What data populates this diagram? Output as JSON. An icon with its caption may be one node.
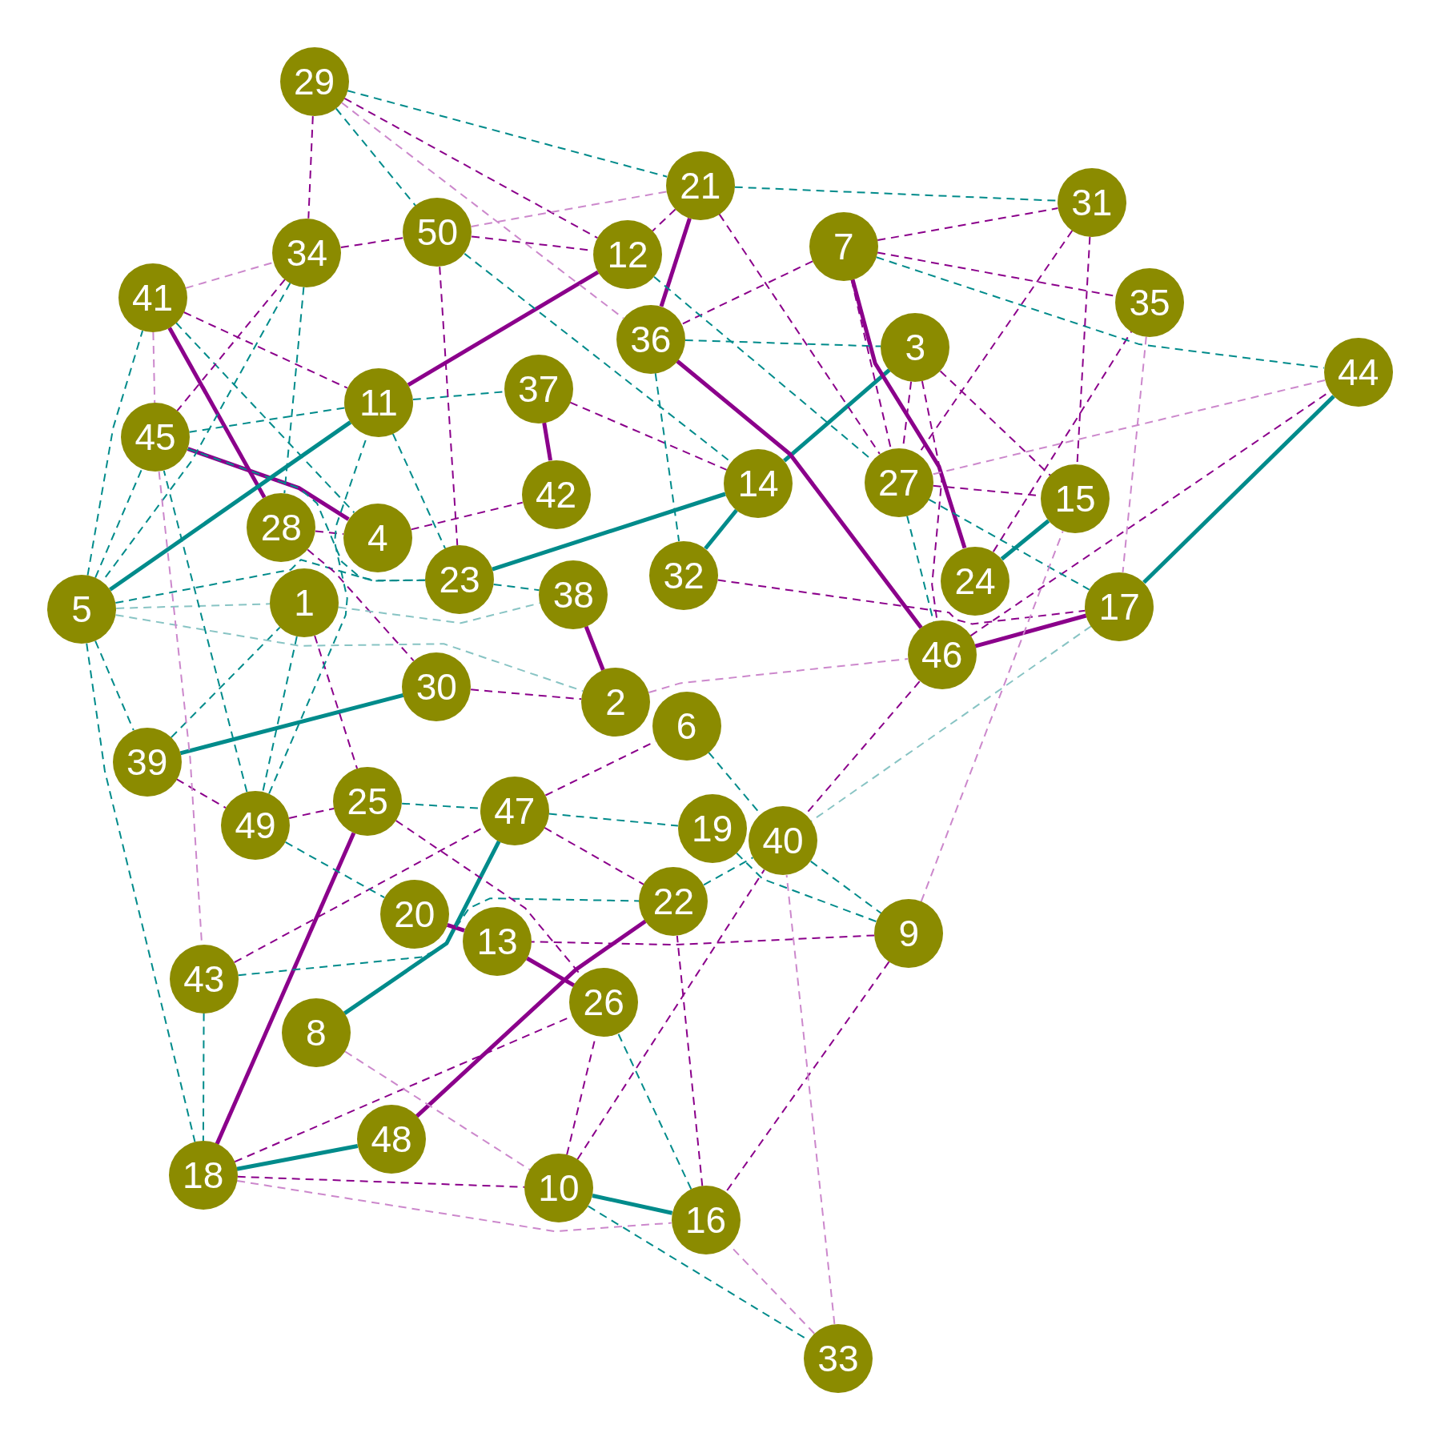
{
  "diagram": {
    "nodes": [
      {
        "text": [
          "1"
        ]
      },
      {
        "text": [
          "2"
        ]
      },
      {
        "text": [
          "3"
        ]
      },
      {
        "text": [
          "4"
        ]
      },
      {
        "text": [
          "5"
        ]
      },
      {
        "text": [
          "6"
        ]
      },
      {
        "text": [
          "7"
        ]
      },
      {
        "text": [
          "8"
        ]
      },
      {
        "text": [
          "9"
        ]
      },
      {
        "text": [
          "10"
        ]
      },
      {
        "text": [
          "11"
        ]
      },
      {
        "text": [
          "12"
        ]
      },
      {
        "text": [
          "13"
        ]
      },
      {
        "text": [
          "14"
        ]
      },
      {
        "text": [
          "15"
        ]
      },
      {
        "text": [
          "16"
        ]
      },
      {
        "text": [
          "17"
        ]
      },
      {
        "text": [
          "18"
        ]
      },
      {
        "text": [
          "19"
        ]
      },
      {
        "text": [
          "20"
        ]
      },
      {
        "text": [
          "21"
        ]
      },
      {
        "text": [
          "22"
        ]
      },
      {
        "text": [
          "23"
        ]
      },
      {
        "text": [
          "24"
        ]
      },
      {
        "text": [
          "25"
        ]
      },
      {
        "text": [
          "26"
        ]
      },
      {
        "text": [
          "27"
        ]
      },
      {
        "text": [
          "28"
        ]
      },
      {
        "text": [
          "29"
        ]
      },
      {
        "text": [
          "30"
        ]
      },
      {
        "text": [
          "31"
        ]
      },
      {
        "text": [
          "32"
        ]
      },
      {
        "text": [
          "33"
        ]
      },
      {
        "text": [
          "34"
        ]
      },
      {
        "text": [
          "35"
        ]
      },
      {
        "text": [
          "36"
        ]
      },
      {
        "text": [
          "37"
        ]
      },
      {
        "text": [
          "38"
        ]
      },
      {
        "text": [
          "39"
        ]
      },
      {
        "text": [
          "40"
        ]
      },
      {
        "text": [
          "41"
        ]
      },
      {
        "text": [
          "42"
        ]
      },
      {
        "text": [
          "43"
        ]
      },
      {
        "text": [
          "44"
        ]
      },
      {
        "text": [
          "45"
        ]
      },
      {
        "text": [
          "46"
        ]
      },
      {
        "text": [
          "47"
        ]
      },
      {
        "text": [
          "48"
        ]
      },
      {
        "text": [
          "49"
        ]
      },
      {
        "text": [
          "50"
        ]
      }
    ],
    "edges": [
      {
        "from": 10,
        "to": 11,
        "arrow": "none",
        "style": "thick",
        "color": "#8b008b"
      },
      {
        "from": 20,
        "to": 35,
        "arrow": "none",
        "style": "thick",
        "color": "#8b008b"
      },
      {
        "from": 33,
        "to": 49,
        "arrow": "none",
        "style": "dashed",
        "color": "#8b008b"
      },
      {
        "from": 40,
        "to": 27,
        "arrow": "none",
        "style": "thick",
        "color": "#8b008b"
      },
      {
        "from": 44,
        "to": 3,
        "arrow": "none",
        "style": "thick",
        "color": "#8b008b"
      },
      {
        "from": 22,
        "to": 13,
        "arrow": "none",
        "style": "thick",
        "color": "#008b8b"
      },
      {
        "from": 31,
        "to": 13,
        "arrow": "none",
        "style": "thick",
        "color": "#008b8b"
      },
      {
        "from": 2,
        "to": 13,
        "arrow": "none",
        "style": "thick",
        "color": "#008b8b"
      },
      {
        "from": 6,
        "to": 23,
        "arrow": "none",
        "style": "thick",
        "color": "#8b008b"
      },
      {
        "from": 35,
        "to": 45,
        "arrow": "none",
        "style": "thick",
        "color": "#8b008b"
      },
      {
        "from": 45,
        "to": 16,
        "arrow": "none",
        "style": "thick",
        "color": "#8b008b"
      },
      {
        "from": 45,
        "to": 43,
        "arrow": "none",
        "style": "dashed",
        "color": "#8b008b"
      },
      {
        "from": 16,
        "to": 43,
        "arrow": "none",
        "style": "thick",
        "color": "#008b8b"
      },
      {
        "from": 23,
        "to": 14,
        "arrow": "none",
        "style": "thick",
        "color": "#008b8b"
      },
      {
        "from": 23,
        "to": 34,
        "arrow": "none",
        "style": "dashed",
        "color": "#8b008b"
      },
      {
        "from": 2,
        "to": 14,
        "arrow": "none",
        "style": "dashed",
        "color": "#8b008b"
      },
      {
        "from": 20,
        "to": 30,
        "arrow": "none",
        "style": "dashed",
        "color": "#008b8b"
      },
      {
        "from": 6,
        "to": 30,
        "arrow": "none",
        "style": "dashed",
        "color": "#8b008b"
      },
      {
        "from": 6,
        "to": 34,
        "arrow": "none",
        "style": "dashed",
        "color": "#8b008b"
      },
      {
        "from": 6,
        "to": 43,
        "arrow": "none",
        "style": "dashed",
        "color": "#008b8b"
      },
      {
        "from": 20,
        "to": 11,
        "arrow": "none",
        "style": "dashed",
        "color": "#8b008b"
      },
      {
        "from": 28,
        "to": 49,
        "arrow": "none",
        "style": "dashed",
        "color": "#008b8b"
      },
      {
        "from": 28,
        "to": 11,
        "arrow": "none",
        "style": "dashed",
        "color": "#8b008b"
      },
      {
        "from": 28,
        "to": 20,
        "arrow": "none",
        "style": "dashed",
        "color": "#008b8b"
      },
      {
        "from": 28,
        "to": 33,
        "arrow": "none",
        "style": "dashed",
        "color": "#8b008b"
      },
      {
        "from": 4,
        "to": 10,
        "arrow": "none",
        "style": "thick",
        "color": "#008b8b"
      },
      {
        "from": 4,
        "to": 40,
        "arrow": "none",
        "style": "dashed",
        "color": "#008b8b"
      },
      {
        "from": 4,
        "to": 44,
        "arrow": "none",
        "style": "dashed",
        "color": "#008b8b"
      },
      {
        "from": 4,
        "to": 38,
        "arrow": "none",
        "style": "dashed",
        "color": "#008b8b"
      },
      {
        "from": 4,
        "to": 17,
        "arrow": "none",
        "style": "dashed",
        "color": "#008b8b"
      },
      {
        "from": 38,
        "to": 29,
        "arrow": "none",
        "style": "thick",
        "color": "#008b8b"
      },
      {
        "from": 38,
        "to": 0,
        "arrow": "none",
        "style": "dashed",
        "color": "#008b8b"
      },
      {
        "from": 38,
        "to": 48,
        "arrow": "none",
        "style": "dashed",
        "color": "#8b008b"
      },
      {
        "from": 17,
        "to": 24,
        "arrow": "none",
        "style": "thick",
        "color": "#8b008b"
      },
      {
        "from": 17,
        "to": 47,
        "arrow": "none",
        "style": "thick",
        "color": "#008b8b"
      },
      {
        "from": 47,
        "to": 21,
        "arrow": "none",
        "style": "thick",
        "color": "#8b008b"
      },
      {
        "from": 7,
        "to": 46,
        "arrow": "none",
        "style": "thick",
        "color": "#008b8b"
      },
      {
        "from": 19,
        "to": 12,
        "arrow": "none",
        "style": "thick",
        "color": "#8b008b"
      },
      {
        "from": 12,
        "to": 25,
        "arrow": "none",
        "style": "thick",
        "color": "#8b008b"
      },
      {
        "from": 9,
        "to": 15,
        "arrow": "none",
        "style": "thick",
        "color": "#008b8b"
      },
      {
        "from": 8,
        "to": 15,
        "arrow": "none",
        "style": "dashed",
        "color": "#8b008b"
      },
      {
        "from": 9,
        "to": 32,
        "arrow": "none",
        "style": "dashed",
        "color": "#008b8b"
      },
      {
        "from": 8,
        "to": 12,
        "arrow": "none",
        "style": "dashed",
        "color": "#8b008b"
      },
      {
        "from": 42,
        "to": 21,
        "arrow": "none",
        "style": "dashed",
        "color": "#008b8b"
      },
      {
        "from": 42,
        "to": 46,
        "arrow": "none",
        "style": "dashed",
        "color": "#8b008b"
      },
      {
        "from": 24,
        "to": 46,
        "arrow": "none",
        "style": "dashed",
        "color": "#008b8b"
      },
      {
        "from": 48,
        "to": 24,
        "arrow": "none",
        "style": "dashed",
        "color": "#8b008b"
      },
      {
        "from": 24,
        "to": 25,
        "arrow": "none",
        "style": "dashed",
        "color": "#8b008b"
      },
      {
        "from": 46,
        "to": 21,
        "arrow": "none",
        "style": "dashed",
        "color": "#8b008b"
      },
      {
        "from": 46,
        "to": 5,
        "arrow": "none",
        "style": "dashed",
        "color": "#8b008b"
      },
      {
        "from": 5,
        "to": 39,
        "arrow": "none",
        "style": "dashed",
        "color": "#008b8b"
      },
      {
        "from": 39,
        "to": 8,
        "arrow": "none",
        "style": "dashed",
        "color": "#008b8b"
      },
      {
        "from": 18,
        "to": 8,
        "arrow": "none",
        "style": "dashed",
        "color": "#008b8b"
      },
      {
        "from": 9,
        "to": 39,
        "arrow": "none",
        "style": "dashed",
        "color": "#8b008b"
      },
      {
        "from": 15,
        "to": 21,
        "arrow": "none",
        "style": "dashed",
        "color": "#8b008b"
      },
      {
        "from": 15,
        "to": 25,
        "arrow": "none",
        "style": "dashed",
        "color": "#008b8b"
      },
      {
        "from": 9,
        "to": 25,
        "arrow": "none",
        "style": "dashed",
        "color": "#8b008b"
      },
      {
        "from": 29,
        "to": 1,
        "arrow": "none",
        "style": "dashed",
        "color": "#8b008b"
      },
      {
        "from": 37,
        "to": 1,
        "arrow": "none",
        "style": "thick",
        "color": "#8b008b"
      },
      {
        "from": 36,
        "to": 41,
        "arrow": "none",
        "style": "thick",
        "color": "#8b008b"
      },
      {
        "from": 10,
        "to": 36,
        "arrow": "none",
        "style": "dashed",
        "color": "#008b8b"
      },
      {
        "from": 10,
        "to": 44,
        "arrow": "none",
        "style": "dashed",
        "color": "#008b8b"
      },
      {
        "from": 10,
        "to": 22,
        "arrow": "none",
        "style": "dashed",
        "color": "#008b8b"
      },
      {
        "from": 49,
        "to": 22,
        "arrow": "none",
        "style": "dashed",
        "color": "#8b008b"
      },
      {
        "from": 33,
        "to": 27,
        "arrow": "none",
        "style": "dashed",
        "color": "#008b8b"
      },
      {
        "from": 40,
        "to": 3,
        "arrow": "none",
        "style": "dashed",
        "color": "#008b8b"
      },
      {
        "from": 27,
        "to": 3,
        "arrow": "none",
        "style": "dashed",
        "color": "#8b008b"
      },
      {
        "from": 3,
        "to": 41,
        "arrow": "none",
        "style": "dashed",
        "color": "#8b008b"
      },
      {
        "from": 36,
        "to": 13,
        "arrow": "none",
        "style": "dashed",
        "color": "#8b008b"
      },
      {
        "from": 49,
        "to": 13,
        "arrow": "none",
        "style": "dashed",
        "color": "#008b8b"
      },
      {
        "from": 35,
        "to": 2,
        "arrow": "none",
        "style": "dashed",
        "color": "#008b8b"
      },
      {
        "from": 6,
        "to": 35,
        "arrow": "none",
        "style": "dashed",
        "color": "#8b008b"
      },
      {
        "from": 20,
        "to": 26,
        "arrow": "none",
        "style": "dashed",
        "color": "#8b008b"
      },
      {
        "from": 2,
        "to": 26,
        "arrow": "none",
        "style": "dashed",
        "color": "#8b008b"
      },
      {
        "from": 26,
        "to": 45,
        "arrow": "none",
        "style": "dashed",
        "color": "#008b8b"
      },
      {
        "from": 26,
        "to": 14,
        "arrow": "none",
        "style": "dashed",
        "color": "#8b008b"
      },
      {
        "from": 26,
        "to": 16,
        "arrow": "none",
        "style": "dashed",
        "color": "#008b8b"
      },
      {
        "from": 31,
        "to": 16,
        "arrow": "none",
        "style": "dashed",
        "color": "#8b008b"
      },
      {
        "from": 30,
        "to": 14,
        "arrow": "none",
        "style": "dashed",
        "color": "#8b008b"
      },
      {
        "from": 30,
        "to": 26,
        "arrow": "none",
        "style": "dashed",
        "color": "#8b008b"
      },
      {
        "from": 45,
        "to": 39,
        "arrow": "none",
        "style": "dashed",
        "color": "#8b008b"
      },
      {
        "from": 43,
        "to": 26,
        "arrow": "none",
        "style": "dashed",
        "color": "#cc88cc"
      },
      {
        "from": 17,
        "to": 9,
        "arrow": "none",
        "style": "dashed",
        "color": "#8b008b"
      },
      {
        "from": 17,
        "to": 25,
        "arrow": "none",
        "style": "dashed",
        "color": "#8b008b"
      },
      {
        "from": 17,
        "to": 15,
        "arrow": "none",
        "style": "dashed",
        "color": "#cc88cc"
      },
      {
        "from": 7,
        "to": 9,
        "arrow": "none",
        "style": "dashed",
        "color": "#cc88cc"
      },
      {
        "from": 42,
        "to": 17,
        "arrow": "none",
        "style": "dashed",
        "color": "#008b8b"
      },
      {
        "from": 33,
        "to": 44,
        "arrow": "none",
        "style": "dashed",
        "color": "#8b008b"
      },
      {
        "from": 33,
        "to": 4,
        "arrow": "none",
        "style": "dashed",
        "color": "#008b8b"
      },
      {
        "from": 40,
        "to": 10,
        "arrow": "none",
        "style": "dashed",
        "color": "#8b008b"
      },
      {
        "from": 0,
        "to": 24,
        "arrow": "none",
        "style": "dashed",
        "color": "#8b008b"
      },
      {
        "from": 0,
        "to": 48,
        "arrow": "none",
        "style": "dashed",
        "color": "#008b8b"
      },
      {
        "from": 11,
        "to": 26,
        "arrow": "none",
        "style": "dashed",
        "color": "#008b8b"
      },
      {
        "from": 35,
        "to": 31,
        "arrow": "none",
        "style": "dashed",
        "color": "#008b8b"
      },
      {
        "from": 1,
        "to": 45,
        "arrow": "none",
        "style": "dashed",
        "color": "#cc88cc"
      },
      {
        "from": 46,
        "to": 18,
        "arrow": "none",
        "style": "dashed",
        "color": "#008b8b"
      },
      {
        "from": 16,
        "to": 39,
        "arrow": "none",
        "style": "dashed",
        "color": "#88c4c4"
      },
      {
        "from": 8,
        "to": 14,
        "arrow": "none",
        "style": "dashed",
        "color": "#cc88cc"
      },
      {
        "from": 32,
        "to": 39,
        "arrow": "none",
        "style": "dashed",
        "color": "#cc88cc"
      },
      {
        "from": 32,
        "to": 15,
        "arrow": "none",
        "style": "dashed",
        "color": "#cc88cc"
      },
      {
        "from": 4,
        "to": 0,
        "arrow": "none",
        "style": "dashed",
        "color": "#88c4c4"
      },
      {
        "from": 4,
        "to": 22,
        "arrow": "none",
        "style": "dashed",
        "color": "#008b8b"
      },
      {
        "from": 22,
        "to": 37,
        "arrow": "none",
        "style": "dashed",
        "color": "#008b8b"
      },
      {
        "from": 40,
        "to": 33,
        "arrow": "none",
        "style": "dashed",
        "color": "#cc88cc"
      },
      {
        "from": 28,
        "to": 35,
        "arrow": "none",
        "style": "dashed",
        "color": "#cc88cc"
      },
      {
        "from": 20,
        "to": 49,
        "arrow": "none",
        "style": "dashed",
        "color": "#cc88cc"
      },
      {
        "from": 49,
        "to": 11,
        "arrow": "none",
        "style": "dashed",
        "color": "#8b008b"
      },
      {
        "from": 27,
        "to": 29,
        "arrow": "none",
        "style": "dashed",
        "color": "#8b008b"
      },
      {
        "from": 0,
        "to": 37,
        "arrow": "none",
        "style": "dashed",
        "color": "#88c4c4"
      },
      {
        "from": 4,
        "to": 1,
        "arrow": "none",
        "style": "dashed",
        "color": "#88c4c4"
      },
      {
        "from": 48,
        "to": 19,
        "arrow": "none",
        "style": "dashed",
        "color": "#008b8b"
      },
      {
        "from": 21,
        "to": 39,
        "arrow": "none",
        "style": "dashed",
        "color": "#008b8b"
      },
      {
        "from": 34,
        "to": 16,
        "arrow": "none",
        "style": "dashed",
        "color": "#cc88cc"
      },
      {
        "from": 44,
        "to": 22,
        "arrow": "none",
        "style": "dashed",
        "color": "#008b8b"
      },
      {
        "from": 40,
        "to": 44,
        "arrow": "none",
        "style": "dashed",
        "color": "#cc88cc"
      },
      {
        "from": 44,
        "to": 42,
        "arrow": "none",
        "style": "dashed",
        "color": "#cc88cc"
      },
      {
        "from": 48,
        "to": 44,
        "arrow": "none",
        "style": "dashed",
        "color": "#008b8b"
      },
      {
        "from": 48,
        "to": 10,
        "arrow": "none",
        "style": "dashed",
        "color": "#008b8b"
      },
      {
        "from": 2,
        "to": 45,
        "arrow": "none",
        "style": "dashed",
        "color": "#8b008b"
      },
      {
        "from": 6,
        "to": 26,
        "arrow": "none",
        "style": "dashed",
        "color": "#8b008b"
      }
    ]
  }
}
